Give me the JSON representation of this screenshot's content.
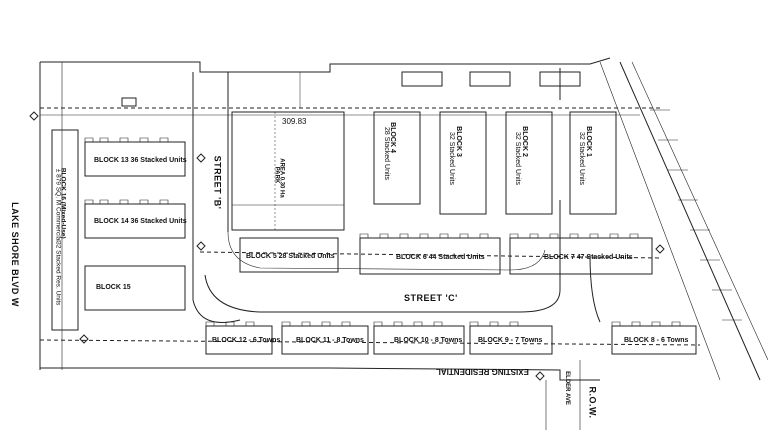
{
  "streets": {
    "lake_shore": "LAKE SHORE BLVD W",
    "street_b": "STREET 'B'",
    "street_c": "STREET 'C'",
    "existing_residential": "EXISTING RESIDENTIAL",
    "row": "R.O.W.",
    "elder_ave": "ELDER AVE"
  },
  "park": {
    "dimension": "309.83",
    "label_1": "PARK",
    "label_2": "AREA 0.30 Ha"
  },
  "blocks": {
    "b1": {
      "name": "BLOCK 1",
      "units": "32 Stacked Units"
    },
    "b2": {
      "name": "BLOCK 2",
      "units": "32 Stacked Units"
    },
    "b3": {
      "name": "BLOCK 3",
      "units": "32 Stacked Units"
    },
    "b4": {
      "name": "BLOCK 4",
      "units": "28 Stacked Units"
    },
    "b5": {
      "label": "BLOCK 5  28 Stacked Units"
    },
    "b6": {
      "label": "BLOCK 6  44 Stacked Units"
    },
    "b7": {
      "label": "BLOCK 7  47 Stacked Units"
    },
    "b8": {
      "label": "BLOCK 8 - 6 Towns"
    },
    "b9": {
      "label": "BLOCK 9 - 7 Towns"
    },
    "b10": {
      "label": "BLOCK 10 - 8 Towns"
    },
    "b11": {
      "label": "BLOCK 11 - 8 Towns"
    },
    "b12": {
      "label": "BLOCK 12 - 6 Towns"
    },
    "b13": {
      "label": "BLOCK 13  36 Stacked Units"
    },
    "b14": {
      "label": "BLOCK 14  36 Stacked Units"
    },
    "b15": {
      "label": "BLOCK 15"
    },
    "b16": {
      "line1": "BLOCK 16 (Mixed-Use)",
      "line2": "± 879 SQ. M Commercial",
      "line3": "32 Stacked Res. Units"
    }
  },
  "colors": {
    "line": "#222222",
    "background": "#ffffff"
  }
}
